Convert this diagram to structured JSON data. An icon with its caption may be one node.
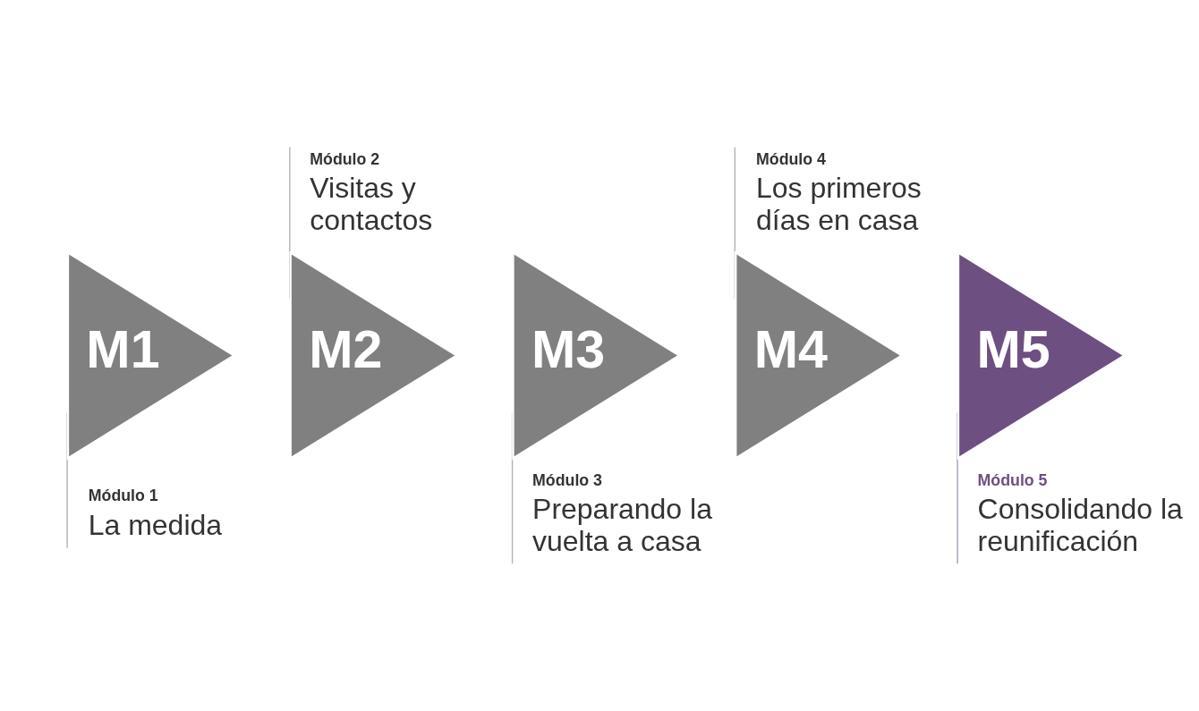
{
  "diagram": {
    "nodes": [
      {
        "text": [
          "Módulo 2",
          "Visitas y contactos"
        ]
      },
      {
        "text": [
          "Módulo 4",
          "Los primeros días en casa"
        ]
      },
      {
        "text": [
          "M1"
        ]
      },
      {
        "text": [
          "M2"
        ]
      },
      {
        "text": [
          "M3"
        ]
      },
      {
        "text": [
          "M4"
        ]
      },
      {
        "text": [
          "M5"
        ]
      },
      {
        "text": [
          "Módulo 1",
          "La medida"
        ]
      },
      {
        "text": [
          "Módulo 3",
          "Preparando la vuelta a casa"
        ]
      },
      {
        "text": [
          "Módulo 5",
          "Consolidando la reunificación"
        ]
      }
    ],
    "edges": [
      {
        "from": 0,
        "to": 3,
        "arrow": "none"
      },
      {
        "from": 1,
        "to": 5,
        "arrow": "none"
      },
      {
        "from": 2,
        "to": 7,
        "arrow": "none"
      },
      {
        "from": 4,
        "to": 8,
        "arrow": "none"
      },
      {
        "from": 6,
        "to": 9,
        "arrow": "none",
        "color": "#a99cbd"
      }
    ]
  }
}
